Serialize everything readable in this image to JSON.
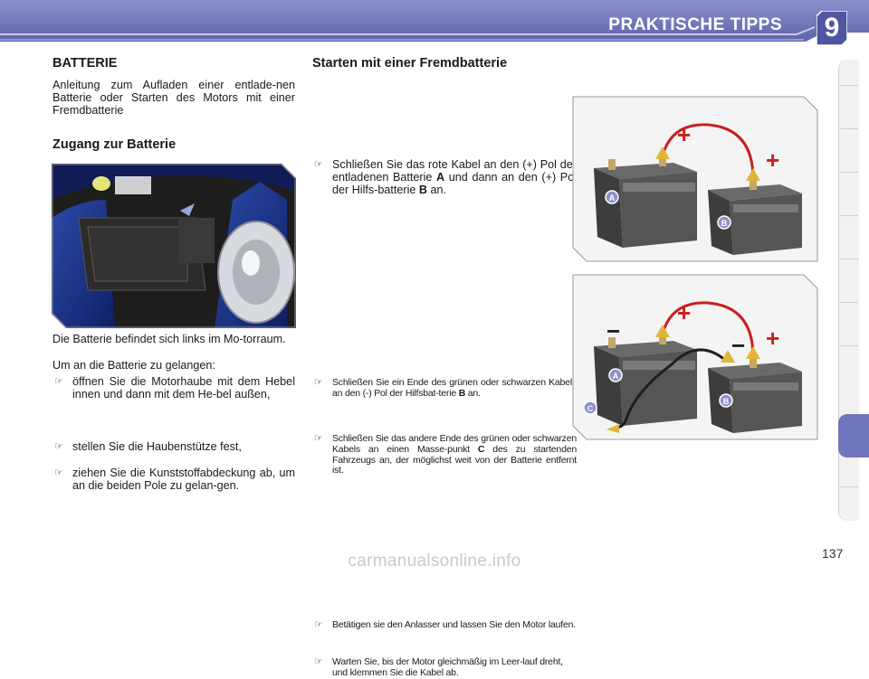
{
  "header": {
    "title": "PRAKTISCHE TIPPS",
    "chapter": "9"
  },
  "left": {
    "heading": "BATTERIE",
    "intro": "Anleitung zum Aufladen einer entlade-nen Batterie oder Starten des Motors mit einer Fremdbatterie",
    "subheading": "Zugang zur Batterie",
    "location": "Die Batterie befindet sich links im Mo-torraum.",
    "access_intro": "Um an die Batterie zu gelangen:",
    "steps": [
      "öffnen Sie die Motorhaube mit dem Hebel innen und dann mit dem He-bel außen,",
      "stellen Sie die Haubenstütze fest,",
      "ziehen Sie die Kunststoffabdeckung ab, um an die beiden Pole zu gelan-gen."
    ]
  },
  "right": {
    "heading": "Starten mit einer Fremdbatterie",
    "step1_a": "Schließen Sie das rote Kabel an den (+) Pol der entladenen Batterie ",
    "step1_b": "A",
    "step1_c": " und dann an den (+) Pol der Hilfs-batterie ",
    "step1_d": "B",
    "step1_e": " an.",
    "step2_a": "Schließen Sie ein Ende des grünen oder schwarzen Kabels an den (-) Pol der Hilfsbat-terie ",
    "step2_b": "B",
    "step2_c": " an.",
    "step3_a": "Schließen Sie das andere Ende des grünen oder schwarzen Kabels an einen Masse-punkt ",
    "step3_b": "C",
    "step3_c": " des zu startenden Fahrzeugs an, der möglichst weit von der Batterie entfernt ist.",
    "step4": "Betätigen sie den Anlasser und lassen Sie den Motor laufen.",
    "step5": "Warten Sie, bis der Motor gleichmäßig im Leer-lauf dreht, und klemmen Sie die Kabel ab."
  },
  "diagram": {
    "label_a": "A",
    "label_b": "B",
    "label_c": "C",
    "plus": "+",
    "minus": "−"
  },
  "colors": {
    "header": "#6f75b8",
    "header_light": "#a9addb",
    "tab_active": "#7076bd",
    "cable_red": "#c91f1f",
    "cable_black": "#1f1f1f",
    "battery": "#4d4d4d"
  },
  "icon_bullet": "pointing-hand-icon",
  "footer": {
    "page": "137",
    "watermark": "carmanualsonline.info"
  }
}
